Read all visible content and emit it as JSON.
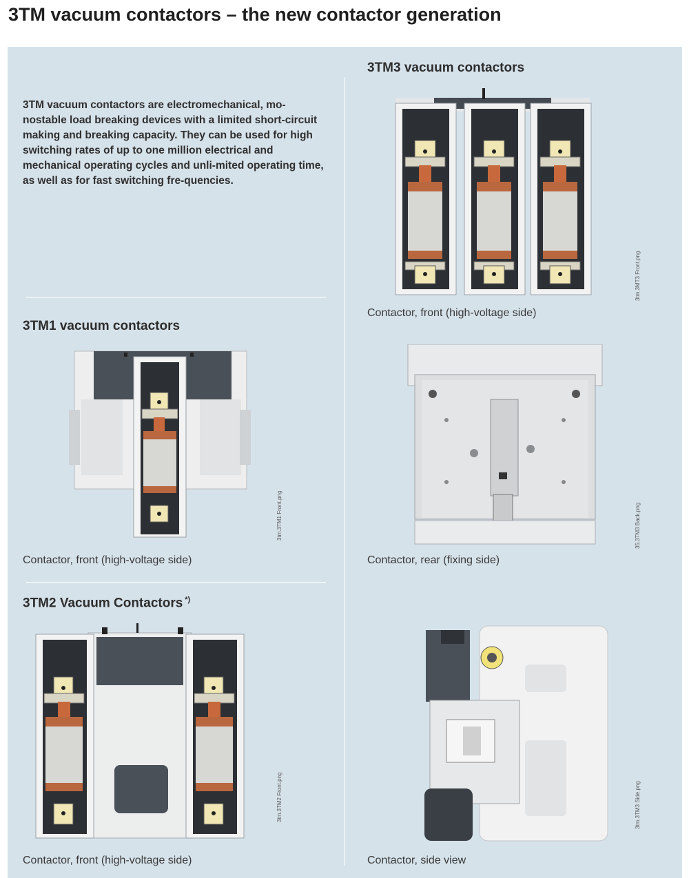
{
  "page_title": "3TM vacuum contactors – the new contactor generation",
  "intro_text": "3TM vacuum contactors are electromechanical, mo-nostable load breaking devices with a limited short-circuit making and breaking capacity. They can be used for high switching rates of up to one million electrical and mechanical operating cycles and unli-mited operating time, as well as for fast switching fre-quencies.",
  "sections": {
    "tm3": {
      "heading": "3TM3 vacuum contactors",
      "front": {
        "caption": "Contactor, front (high-voltage side)",
        "filename": "3tm.3MT3 Front.png"
      },
      "rear": {
        "caption": "Contactor, rear (fixing side)",
        "filename": "35.3TM3 Back.png"
      },
      "side": {
        "caption": "Contactor, side view",
        "filename": "3tm.3TM3 Side.png"
      }
    },
    "tm1": {
      "heading": "3TM1 vacuum contactors",
      "front": {
        "caption": "Contactor, front (high-voltage side)",
        "filename": "3tm.3TM1 Front.png"
      }
    },
    "tm2": {
      "heading": "3TM2 Vacuum Contactors",
      "footnote_mark": "*)",
      "front": {
        "caption": "Contactor, front (high-voltage side)",
        "filename": "3tm.3TM2 Front.png"
      }
    }
  }
}
